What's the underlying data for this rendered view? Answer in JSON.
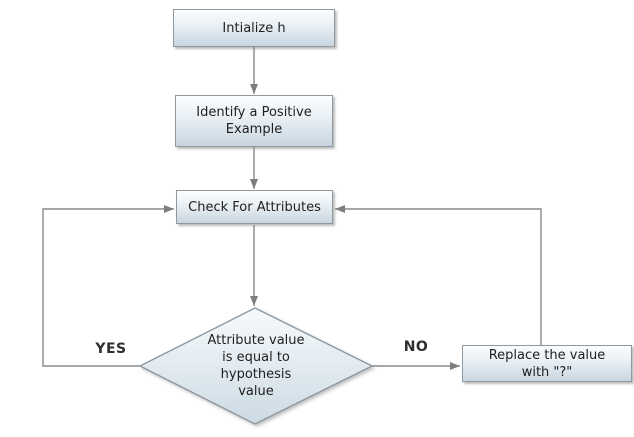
{
  "flowchart": {
    "nodes": {
      "initialize": {
        "label": "Intialize h",
        "type": "process"
      },
      "identify": {
        "label": "Identify a Positive Example",
        "type": "process"
      },
      "check": {
        "label": "Check For Attributes",
        "type": "process"
      },
      "decision": {
        "label": "Attribute value is equal to hypothesis value",
        "type": "decision"
      },
      "replace": {
        "label": "Replace the value with \"?\"",
        "type": "process"
      }
    },
    "edge_labels": {
      "yes": "YES",
      "no": "NO"
    },
    "colors": {
      "background": "#ffffff",
      "node_fill_top": "#fbfdfe",
      "node_fill_bottom": "#c8d6e1",
      "node_border": "#9099a0",
      "connector": "#8a8a8a",
      "arrowhead": "#7d7d7d",
      "text": "#1f1f1f"
    }
  }
}
